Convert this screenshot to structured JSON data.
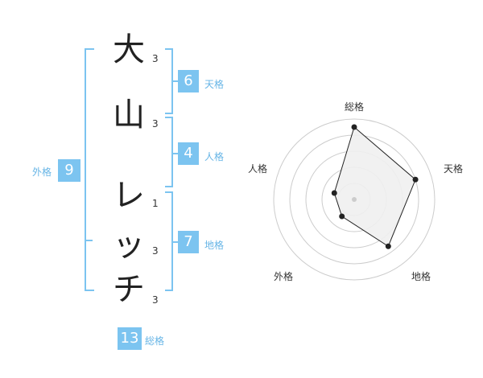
{
  "name_chars": [
    {
      "char": "大",
      "strokes": "3"
    },
    {
      "char": "山",
      "strokes": "3"
    },
    {
      "char": "レ",
      "strokes": "1"
    },
    {
      "char": "ッ",
      "strokes": "3"
    },
    {
      "char": "チ",
      "strokes": "3"
    }
  ],
  "fortunes": {
    "tenkaku": {
      "value": "6",
      "label": "天格"
    },
    "jinkaku": {
      "value": "4",
      "label": "人格"
    },
    "chikaku": {
      "value": "7",
      "label": "地格"
    },
    "gaikaku": {
      "value": "9",
      "label": "外格"
    },
    "soukaku": {
      "value": "13",
      "label": "総格"
    }
  },
  "radar": {
    "axes": [
      "総格",
      "天格",
      "地格",
      "外格",
      "人格"
    ],
    "levels": 5,
    "values": [
      4.5,
      4,
      3.6,
      1.3,
      1.3
    ]
  },
  "colors": {
    "accent": "#7cc4f0",
    "fill": "#efefef"
  }
}
